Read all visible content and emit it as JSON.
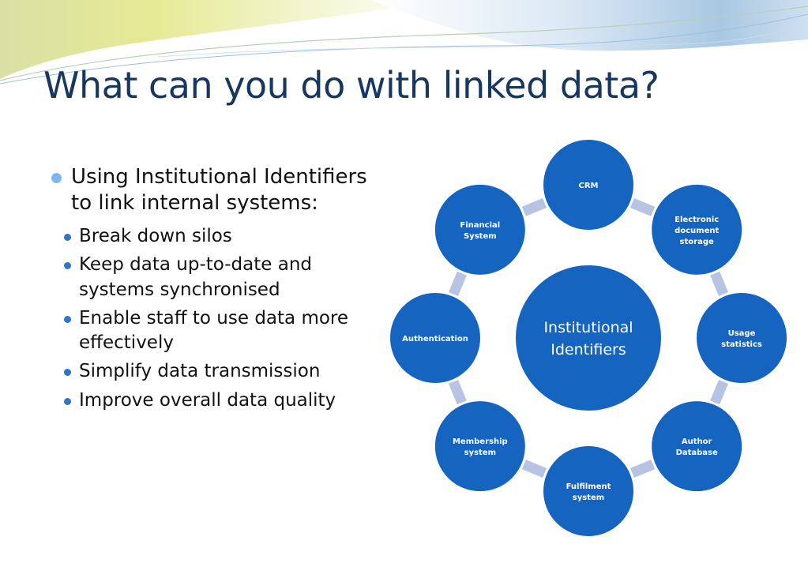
{
  "slide": {
    "title": "What can you do with linked data?",
    "bullet_main": "Using Institutional Identifiers to link internal systems:",
    "sub_bullets": [
      "Break down silos",
      "Keep data up-to-date and systems synchronised",
      "Enable staff to use data more effectively",
      "Simplify data transmission",
      "Improve overall data quality"
    ]
  },
  "diagram": {
    "center": [
      "Institutional",
      "Identifiers"
    ],
    "nodes": [
      {
        "lines": [
          "CRM"
        ]
      },
      {
        "lines": [
          "Electronic",
          "document",
          "storage"
        ]
      },
      {
        "lines": [
          "Usage",
          "statistics"
        ]
      },
      {
        "lines": [
          "Author",
          "Database"
        ]
      },
      {
        "lines": [
          "Fulfilment",
          "system"
        ]
      },
      {
        "lines": [
          "Membership",
          "system"
        ]
      },
      {
        "lines": [
          "Authentication"
        ]
      },
      {
        "lines": [
          "Financial",
          "System"
        ]
      }
    ]
  },
  "colors": {
    "title": "#17375e",
    "node_fill": "#1565c0",
    "node_stroke": "#ffffff",
    "connector": "#b7c3e3",
    "bullet_main": "#7eb8ea",
    "bullet_sub": "#2e75c9"
  }
}
